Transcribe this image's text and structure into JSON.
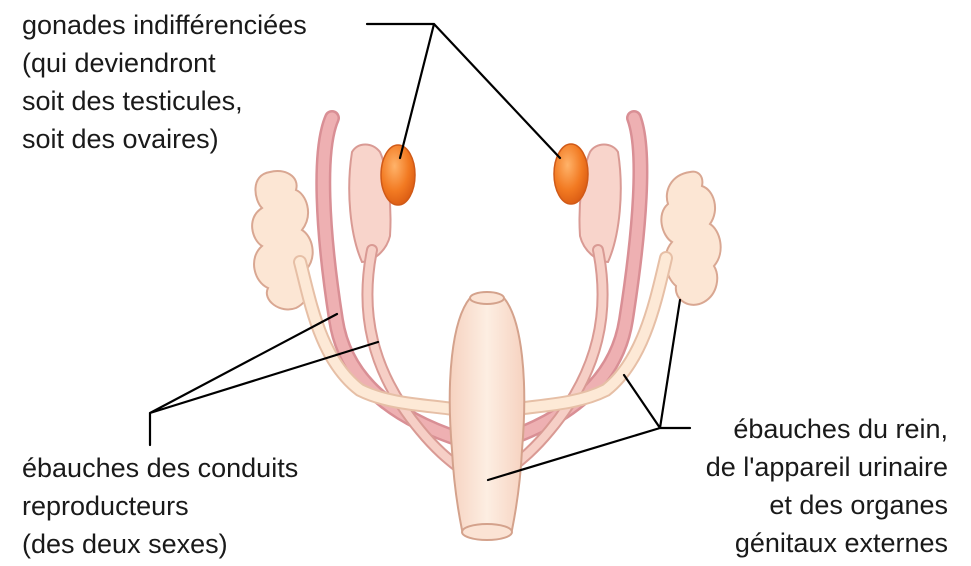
{
  "labels": {
    "gonads": {
      "line1": "gonades indifférenciées",
      "line2": "(qui deviendront",
      "line3": "soit des testicules,",
      "line4": "soit des ovaires)"
    },
    "ducts": {
      "line1": "ébauches des conduits",
      "line2": "reproducteurs",
      "line3": "(des deux sexes)"
    },
    "kidney": {
      "line1": "ébauches du rein,",
      "line2": "de l'appareil urinaire",
      "line3": "et des organes",
      "line4": "génitaux externes"
    }
  },
  "colors": {
    "kidney_fill": "#fce6d4",
    "kidney_stroke": "#d9a792",
    "duct_outer": "#e8a3a6",
    "duct_light": "#f7d6ce",
    "gonad": "#f08a2e",
    "gonad_dark": "#e0641a",
    "leader": "#000000"
  }
}
